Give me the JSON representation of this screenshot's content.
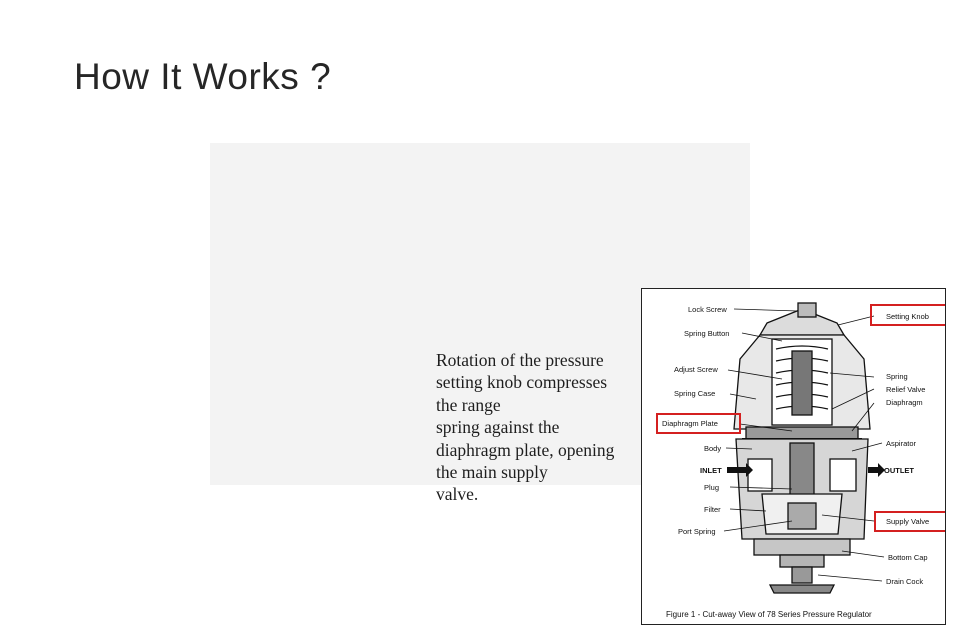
{
  "slide": {
    "title": "How It Works ?"
  },
  "description": {
    "text": "Rotation of the pressure\nsetting knob compresses\nthe range\nspring against the\ndiaphragm plate, opening\nthe main supply\nvalve."
  },
  "diagram": {
    "labels": {
      "lock_screw": "Lock Screw",
      "spring_button": "Spring Button",
      "adjust_screw": "Adjust Screw",
      "spring_case": "Spring Case",
      "diaphragm_plate": "Diaphragm Plate",
      "body": "Body",
      "inlet": "INLET",
      "plug": "Plug",
      "filter": "Filter",
      "port_spring": "Port Spring",
      "setting_knob": "Setting Knob",
      "spring": "Spring",
      "relief_valve": "Relief Valve",
      "diaphragm": "Diaphragm",
      "aspirator": "Aspirator",
      "outlet": "OUTLET",
      "supply_valve": "Supply Valve",
      "bottom_cap": "Bottom Cap",
      "drain_cock": "Drain Cock"
    },
    "caption": "Figure 1 - Cut-away View of 78 Series Pressure Regulator",
    "highlight_color": "#d42020"
  }
}
